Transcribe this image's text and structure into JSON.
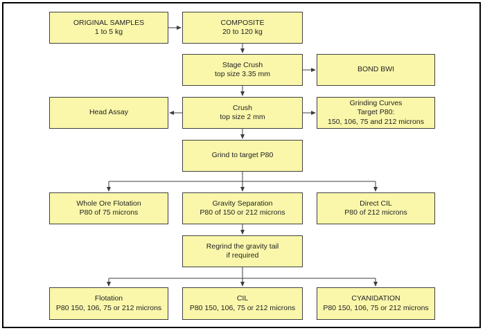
{
  "colors": {
    "canvas_bg": "#ffffff",
    "node_fill": "#faf7ab",
    "node_border": "#3f3f3f",
    "connector": "#3d3d3d",
    "frame_border": "#000000",
    "text": "#1f1f1f"
  },
  "diagram": {
    "type": "flowchart",
    "nodes": {
      "original_samples": {
        "lines": [
          "ORIGINAL SAMPLES",
          "1 to 5 kg"
        ]
      },
      "composite": {
        "lines": [
          "COMPOSITE",
          "20 to 120 kg"
        ]
      },
      "stage_crush": {
        "lines": [
          "Stage Crush",
          "top size 3.35 mm"
        ]
      },
      "bond_bwi": {
        "lines": [
          "BOND BWI"
        ]
      },
      "head_assay": {
        "lines": [
          "Head Assay"
        ]
      },
      "crush": {
        "lines": [
          "Crush",
          "top size 2 mm"
        ]
      },
      "grinding_curves": {
        "lines": [
          "Grinding Curves",
          "Target P80:",
          "150, 106, 75 and 212 microns"
        ]
      },
      "grind_to_target_p80": {
        "lines": [
          "Grind to target P80"
        ]
      },
      "whole_ore_flotation": {
        "lines": [
          "Whole Ore Flotation",
          "P80 of 75 microns"
        ]
      },
      "gravity_separation": {
        "lines": [
          "Gravity Separation",
          "P80 of 150 or 212 microns"
        ]
      },
      "direct_cil": {
        "lines": [
          "Direct CIL",
          "P80 of 212 microns"
        ]
      },
      "regrind_gravity_tail": {
        "lines": [
          "Regrind the gravity tail",
          "if required"
        ]
      },
      "flotation": {
        "lines": [
          "Flotation",
          "P80 150, 106, 75 or 212 microns"
        ]
      },
      "cil": {
        "lines": [
          "CIL",
          "P80 150, 106, 75 or 212 microns"
        ]
      },
      "cyanidation": {
        "lines": [
          "CYANIDATION",
          "P80 150, 106, 75 or 212 microns"
        ]
      }
    },
    "edges": [
      {
        "from": "original_samples",
        "to": "composite"
      },
      {
        "from": "composite",
        "to": "stage_crush"
      },
      {
        "from": "stage_crush",
        "to": "bond_bwi"
      },
      {
        "from": "stage_crush",
        "to": "crush"
      },
      {
        "from": "crush",
        "to": "head_assay"
      },
      {
        "from": "crush",
        "to": "grinding_curves"
      },
      {
        "from": "crush",
        "to": "grind_to_target_p80"
      },
      {
        "from": "grind_to_target_p80",
        "to": "whole_ore_flotation"
      },
      {
        "from": "grind_to_target_p80",
        "to": "gravity_separation"
      },
      {
        "from": "grind_to_target_p80",
        "to": "direct_cil"
      },
      {
        "from": "gravity_separation",
        "to": "regrind_gravity_tail"
      },
      {
        "from": "regrind_gravity_tail",
        "to": "flotation"
      },
      {
        "from": "regrind_gravity_tail",
        "to": "cil"
      },
      {
        "from": "regrind_gravity_tail",
        "to": "cyanidation"
      }
    ]
  }
}
